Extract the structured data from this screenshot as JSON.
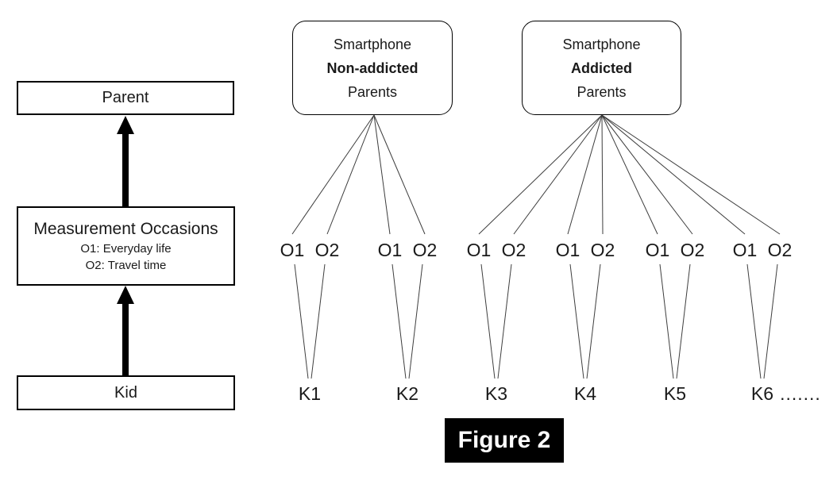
{
  "left_panel": {
    "parent_label": "Parent",
    "occasions_title": "Measurement Occasions",
    "occasion_line_1": "O1: Everyday life",
    "occasion_line_2": "O2: Travel time",
    "kid_label": "Kid"
  },
  "right_panel": {
    "occasion_pair": [
      "O1",
      "O2"
    ],
    "groups": [
      {
        "id": "non-addicted",
        "line1": "Smartphone",
        "line2_bold": "Non-addicted",
        "line3": "Parents",
        "kids": [
          "K1",
          "K2"
        ]
      },
      {
        "id": "addicted",
        "line1": "Smartphone",
        "line2_bold": "Addicted",
        "line3": "Parents",
        "kids": [
          "K3",
          "K4",
          "K5",
          "K6"
        ]
      }
    ],
    "trailing_ellipsis": "......."
  },
  "figure_label": "Figure 2",
  "colors": {
    "line": "#3d3d3d",
    "border": "#000000",
    "arrow": "#000000",
    "figure_bg": "#000000",
    "figure_fg": "#ffffff",
    "background": "#ffffff"
  }
}
